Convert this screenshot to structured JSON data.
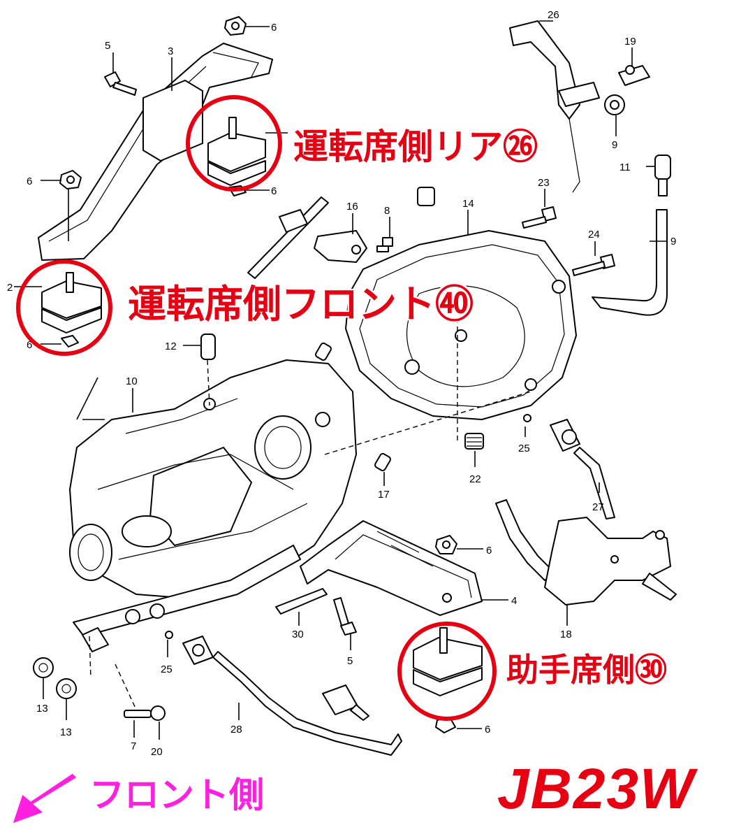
{
  "callouts": {
    "driver_rear": "運転席側リア㉖",
    "driver_front": "運転席側フロント㊵",
    "passenger": "助手席側㉚"
  },
  "front_side_label": "フロント側",
  "model_code": "JB23W",
  "part_numbers": {
    "n6a": "6",
    "n5a": "5",
    "n3": "3",
    "n6b": "6",
    "n2": "2",
    "n6c": "6",
    "n6d": "6",
    "n26": "26",
    "n19": "19",
    "n9a": "9",
    "n11": "11",
    "n23": "23",
    "n16": "16",
    "n8": "8",
    "n14": "14",
    "n24": "24",
    "n9b": "9",
    "n12": "12",
    "n10": "10",
    "n25a": "25",
    "n22": "22",
    "n17": "17",
    "n27": "27",
    "n6e": "6",
    "n4": "4",
    "n30": "30",
    "n18": "18",
    "n5b": "5",
    "n25b": "25",
    "n13a": "13",
    "n13b": "13",
    "n7": "7",
    "n20": "20",
    "n28": "28",
    "n6f": "6"
  },
  "colors": {
    "highlight": "#e60012",
    "front_arrow": "#ff1fe0",
    "line": "#000000"
  }
}
